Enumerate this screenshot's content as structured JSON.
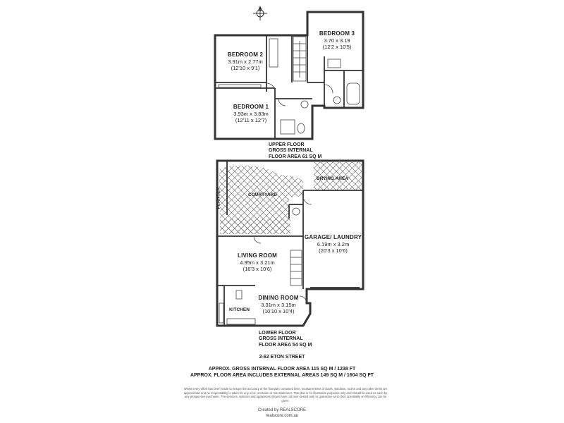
{
  "compass": {
    "label": "N",
    "icon": "north-compass-icon"
  },
  "upper_floor": {
    "rooms": {
      "bedroom2": {
        "name": "BEDROOM 2",
        "metric": "3.91m x 2.77m",
        "imperial": "(12'10 x 9'1)"
      },
      "bedroom3": {
        "name": "BEDROOM 3",
        "metric": "3.70 x 3.19",
        "imperial": "(12'2 x 10'5)"
      },
      "bedroom1": {
        "name": "BEDROOM 1",
        "metric": "3.93m x 3.83m",
        "imperial": "(12'11 x 12'7)"
      }
    },
    "area_lines": [
      "UPPER FLOOR",
      "GROSS INTERNAL",
      "FLOOR AREA 61 SQ M"
    ]
  },
  "lower_floor": {
    "labels": {
      "drying_area": "DRYING AREA",
      "courtyard": "COURTYARD",
      "planter": "PLANTER",
      "kitchen": "KITCHEN"
    },
    "rooms": {
      "garage": {
        "name": "GARAGE/ LAUNDRY",
        "metric": "6.19m x 3.2m",
        "imperial": "(20'3 x 10'6)"
      },
      "living": {
        "name": "LIVING ROOM",
        "metric": "4.95m x 3.21m",
        "imperial": "(16'3 x 10'6)"
      },
      "dining": {
        "name": "DINING ROOM",
        "metric": "3.31m x 3.15m",
        "imperial": "(10'10 x 10'4)"
      }
    },
    "area_lines": [
      "LOWER FLOOR",
      "GROSS INTERNAL",
      "FLOOR AREA 54 SQ M"
    ]
  },
  "address": "2-62 ETON STREET",
  "totals": [
    "APPROX. GROSS INTERNAL FLOOR AREA 115 SQ M / 1238 FT",
    "APPROX. FLOOR AREA INCLUDES EXTERNAL AREAS 149 SQ M / 1604 SQ FT"
  ],
  "disclaimer": "Whilst every effort has been made to ensure the accuracy of the floorplan contained here, measurements of doors, windows, rooms and any other items are approximate and no responsibility is taken for any error, omission or mis-statement. This plan is for illustrative purposes only and should be used as such by any prospective purchaser. The services, systems and appliances shown have not been tested and no guarantee as to their operability or efficiency can be given.",
  "credit": {
    "created_by": "Created by REALSCORE",
    "site": "realscore.com.au"
  }
}
